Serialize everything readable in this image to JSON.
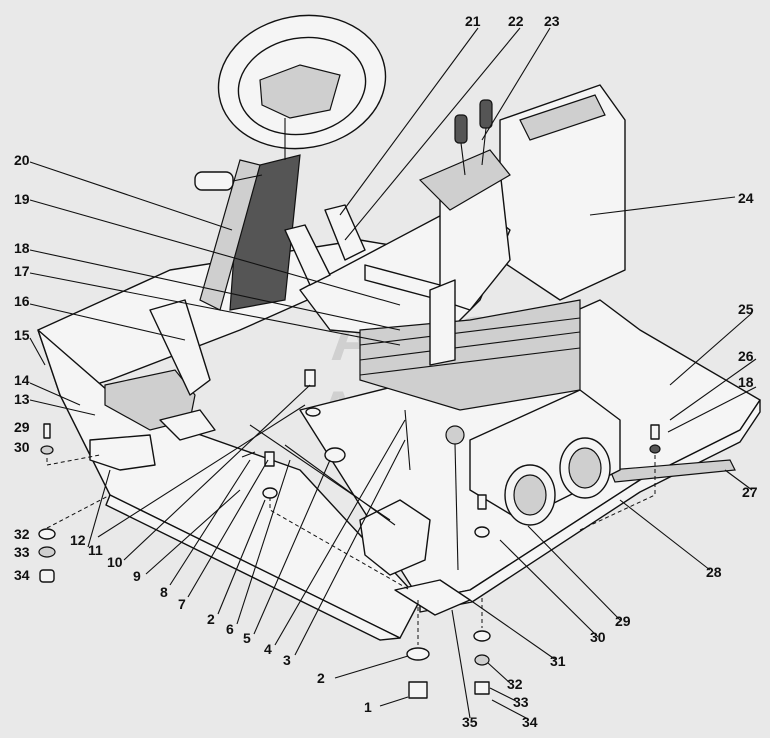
{
  "watermark": {
    "line1": "АВТО",
    "line2": "АЛЬЯНС"
  },
  "callouts": [
    {
      "id": "c1",
      "text": "1"
    },
    {
      "id": "c2a",
      "text": "2"
    },
    {
      "id": "c2b",
      "text": "2"
    },
    {
      "id": "c3",
      "text": "3"
    },
    {
      "id": "c4",
      "text": "4"
    },
    {
      "id": "c5",
      "text": "5"
    },
    {
      "id": "c6",
      "text": "6"
    },
    {
      "id": "c7",
      "text": "7"
    },
    {
      "id": "c8",
      "text": "8"
    },
    {
      "id": "c9",
      "text": "9"
    },
    {
      "id": "c10",
      "text": "10"
    },
    {
      "id": "c11",
      "text": "11"
    },
    {
      "id": "c12",
      "text": "12"
    },
    {
      "id": "c13",
      "text": "13"
    },
    {
      "id": "c14",
      "text": "14"
    },
    {
      "id": "c15",
      "text": "15"
    },
    {
      "id": "c16",
      "text": "16"
    },
    {
      "id": "c17",
      "text": "17"
    },
    {
      "id": "c18a",
      "text": "18"
    },
    {
      "id": "c18b",
      "text": "18"
    },
    {
      "id": "c19",
      "text": "19"
    },
    {
      "id": "c20",
      "text": "20"
    },
    {
      "id": "c21",
      "text": "21"
    },
    {
      "id": "c22",
      "text": "22"
    },
    {
      "id": "c23",
      "text": "23"
    },
    {
      "id": "c24",
      "text": "24"
    },
    {
      "id": "c25",
      "text": "25"
    },
    {
      "id": "c26",
      "text": "26"
    },
    {
      "id": "c27",
      "text": "27"
    },
    {
      "id": "c28",
      "text": "28"
    },
    {
      "id": "c29a",
      "text": "29"
    },
    {
      "id": "c29b",
      "text": "29"
    },
    {
      "id": "c30a",
      "text": "30"
    },
    {
      "id": "c30b",
      "text": "30"
    },
    {
      "id": "c31",
      "text": "31"
    },
    {
      "id": "c32a",
      "text": "32"
    },
    {
      "id": "c32b",
      "text": "32"
    },
    {
      "id": "c33a",
      "text": "33"
    },
    {
      "id": "c33b",
      "text": "33"
    },
    {
      "id": "c34a",
      "text": "34"
    },
    {
      "id": "c34b",
      "text": "34"
    },
    {
      "id": "c35",
      "text": "35"
    }
  ]
}
